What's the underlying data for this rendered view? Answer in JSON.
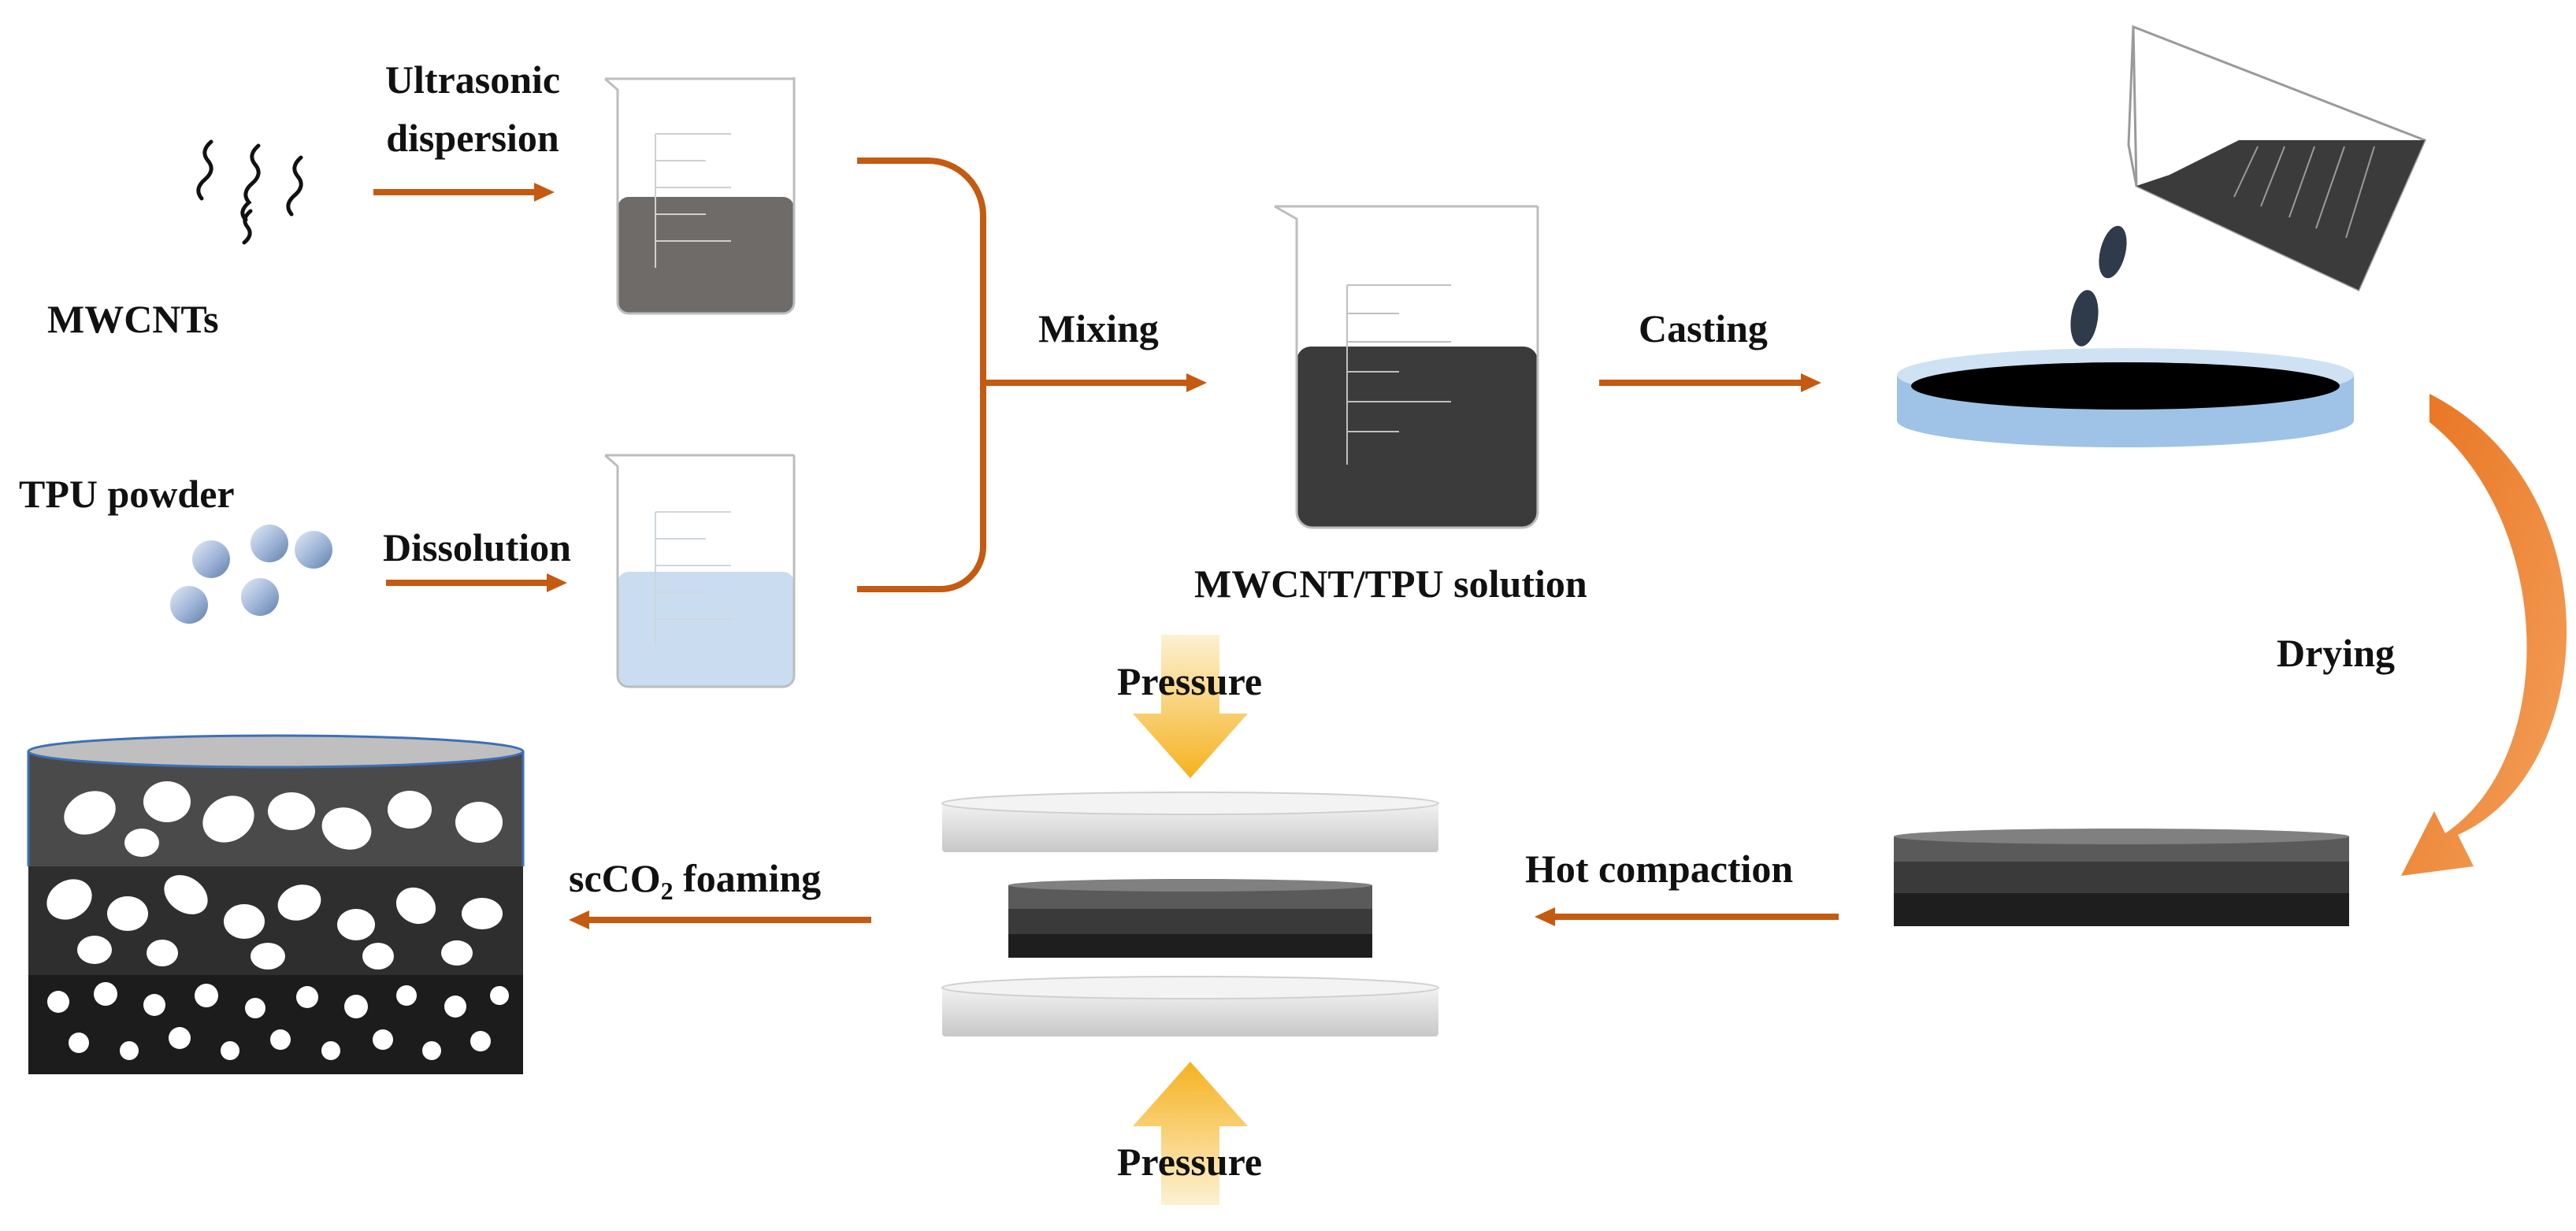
{
  "labels": {
    "mwcnts": "MWCNTs",
    "ultrasonic_1": "Ultrasonic",
    "ultrasonic_2": "dispersion",
    "tpu_powder": "TPU  powder",
    "dissolution": "Dissolution",
    "mixing": "Mixing",
    "solution": "MWCNT/TPU  solution",
    "casting": "Casting",
    "drying": "Drying",
    "hot_compaction": "Hot  compaction",
    "pressure_top": "Pressure",
    "pressure_bottom": "Pressure",
    "foaming_prefix": "scCO",
    "foaming_sub": "2",
    "foaming_suffix": " foaming"
  },
  "colors": {
    "arrow": "#c55a11",
    "curved_arrow": "#ed7d31",
    "pressure_arrow": "#f8b935",
    "dark_liquid": "#3b3b3b",
    "grey_liquid": "#6f6b69",
    "solvent_blue": "#c9dcf0",
    "tpu_bead": "#9db3d6",
    "dish_blue": "#9ec3e6",
    "plate_grey": "#d9d9d9"
  }
}
